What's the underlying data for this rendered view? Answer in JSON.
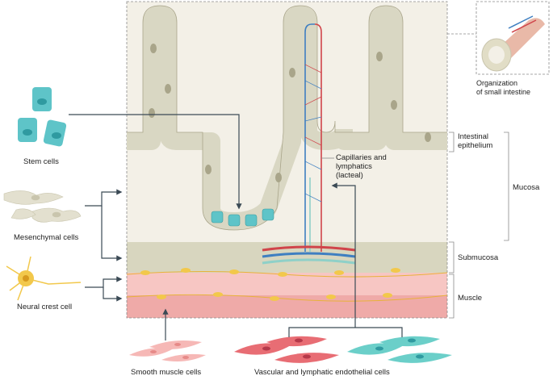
{
  "labels": {
    "stem_cells": "Stem cells",
    "mesenchymal_cells": "Mesenchymal cells",
    "neural_crest_cell": "Neural crest cell",
    "smooth_muscle_cells": "Smooth muscle cells",
    "vascular_lymphatic_cells": "Vascular and lymphatic endothelial cells",
    "capillaries_line1": "Capillaries and",
    "capillaries_line2": "lymphatics",
    "capillaries_line3": "(lacteal)",
    "organization_line1": "Organization",
    "organization_line2": "of small intestine",
    "intestinal_line1": "Intestinal",
    "intestinal_line2": "epithelium",
    "mucosa": "Mucosa",
    "submucosa": "Submucosa",
    "muscle": "Muscle"
  },
  "colors": {
    "epithelium": "#d9d7c3",
    "epithelium_dark": "#a9a58a",
    "lamina": "#f3f0e7",
    "submucosa": "#d8d6bf",
    "muscle_light": "#f7c6c3",
    "muscle_dark": "#efaaa8",
    "stem_cell": "#5ec4c8",
    "artery": "#d0444a",
    "vein": "#3f7fc1",
    "lymph": "#8fd0c8",
    "neural": "#f2c84b",
    "arrow": "#3b4a55"
  }
}
